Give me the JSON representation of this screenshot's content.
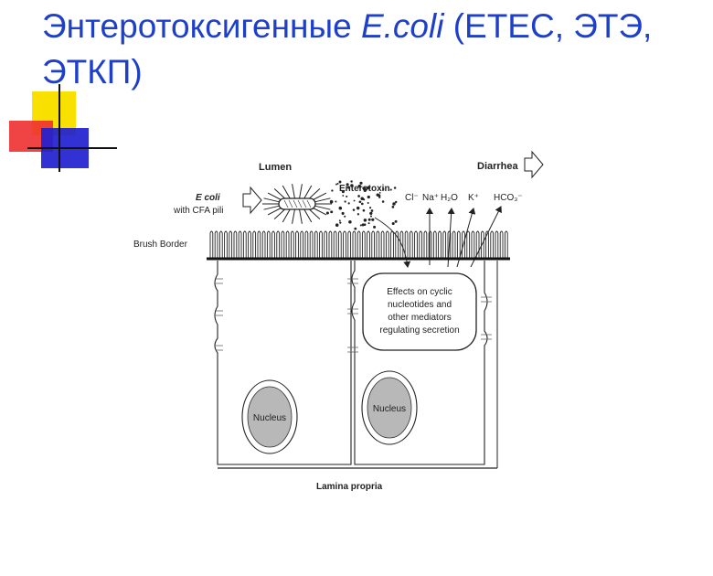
{
  "title": {
    "part1": "Энтеротоксигенные ",
    "italic": "E.coli",
    "part2": " (ETEC, ЭТЭ, ЭТКП)"
  },
  "colors": {
    "title": "#1e3fc8",
    "deco_yellow": "#f8e000",
    "deco_red": "#ee3030",
    "deco_blue": "#2020d0"
  },
  "diagram": {
    "lumen": "Lumen",
    "diarrhea": "Diarrhea",
    "ecoli": "E coli",
    "cfa_pili": "with CFA pili",
    "enterotoxin": "Enterotoxin",
    "cl": "Cl⁻",
    "na": "Na⁺",
    "h2o": "H₂O",
    "k": "K⁺",
    "hco3": "HCO₃⁻",
    "brush_border": "Brush Border",
    "effects_lines": [
      "Effects on cyclic",
      "nucleotides and",
      "other mediators",
      "regulating secretion"
    ],
    "nucleus_left": "Nucleus",
    "nucleus_right": "Nucleus",
    "lamina_propria": "Lamina propria"
  }
}
